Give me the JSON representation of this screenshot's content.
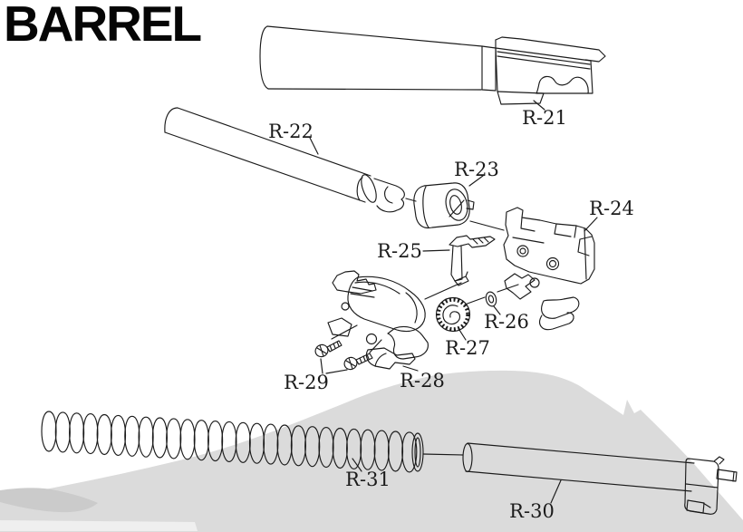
{
  "title": "BARREL",
  "parts": [
    {
      "label": "R-21"
    },
    {
      "label": "R-22"
    },
    {
      "label": "R-23"
    },
    {
      "label": "R-24"
    },
    {
      "label": "R-25"
    },
    {
      "label": "R-26"
    },
    {
      "label": "R-27"
    },
    {
      "label": "R-28"
    },
    {
      "label": "R-29"
    },
    {
      "label": "R-30"
    },
    {
      "label": "R-31"
    }
  ],
  "colors": {
    "line": "#1b1b1b",
    "watermark": "#dbdbdb",
    "watermark_dark": "#cbcbcb",
    "watermark_light": "#efefef",
    "background": "#ffffff",
    "title_color": "#050505"
  }
}
